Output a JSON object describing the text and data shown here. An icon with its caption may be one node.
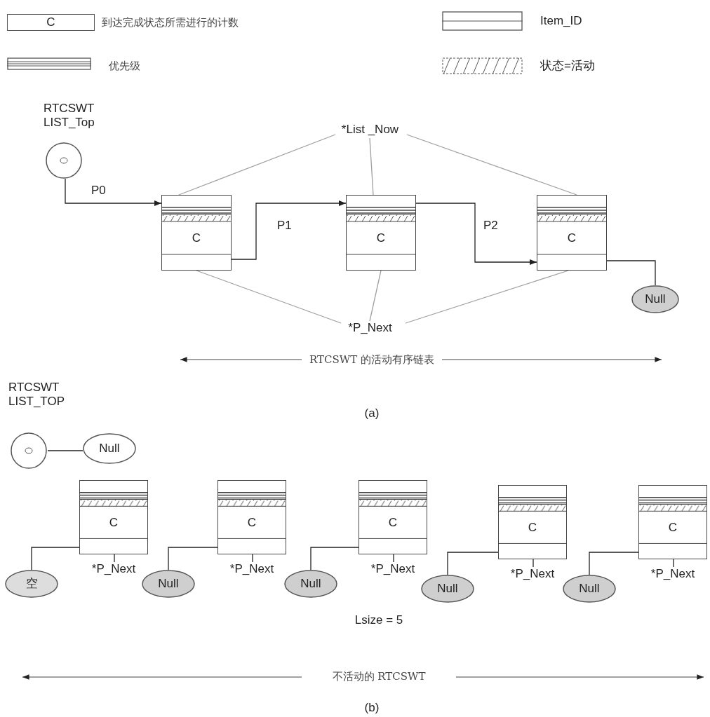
{
  "diagram": {
    "nodes": [
      {
        "text": [
          "RTCSWT LIST_Top"
        ]
      },
      {
        "text": [
          "C"
        ]
      },
      {
        "text": [
          "C"
        ]
      },
      {
        "text": [
          "C"
        ]
      },
      {
        "text": [
          "Null"
        ]
      },
      {
        "text": [
          "*List _Now"
        ]
      },
      {
        "text": [
          "*P_Next"
        ]
      },
      {
        "text": [
          "RTCSWT LIST_TOP"
        ]
      },
      {
        "text": [
          "Null"
        ]
      },
      {
        "text": [
          "C"
        ]
      },
      {
        "text": [
          "*P_Next"
        ]
      },
      {
        "text": [
          "空"
        ]
      },
      {
        "text": [
          "C"
        ]
      },
      {
        "text": [
          "*P_Next"
        ]
      },
      {
        "text": [
          "Null"
        ]
      },
      {
        "text": [
          "C"
        ]
      },
      {
        "text": [
          "*P_Next"
        ]
      },
      {
        "text": [
          "Null"
        ]
      },
      {
        "text": [
          "C"
        ]
      },
      {
        "text": [
          "*P_Next"
        ]
      },
      {
        "text": [
          "Null"
        ]
      },
      {
        "text": [
          "C"
        ]
      },
      {
        "text": [
          "*P_Next"
        ]
      },
      {
        "text": [
          "Null"
        ]
      }
    ],
    "edges": [
      {
        "from": 0,
        "to": 1,
        "arrow": "to",
        "label": "P0"
      },
      {
        "from": 1,
        "to": 2,
        "arrow": "to",
        "label": "P1"
      },
      {
        "from": 2,
        "to": 3,
        "arrow": "to",
        "label": "P2"
      },
      {
        "from": 3,
        "to": 4,
        "arrow": "none"
      },
      {
        "from": 5,
        "to": 1,
        "arrow": "none",
        "color": "#a0a0a0"
      },
      {
        "from": 5,
        "to": 2,
        "arrow": "none",
        "color": "#a0a0a0"
      },
      {
        "from": 5,
        "to": 3,
        "arrow": "none",
        "color": "#a0a0a0"
      },
      {
        "from": 6,
        "to": 1,
        "arrow": "none",
        "color": "#a0a0a0"
      },
      {
        "from": 6,
        "to": 2,
        "arrow": "none",
        "color": "#a0a0a0"
      },
      {
        "from": 6,
        "to": 3,
        "arrow": "none",
        "color": "#a0a0a0"
      },
      {
        "from": 7,
        "to": 8,
        "arrow": "none"
      },
      {
        "from": 9,
        "to": 10,
        "arrow": "none"
      },
      {
        "from": 9,
        "to": 11,
        "arrow": "none"
      },
      {
        "from": 12,
        "to": 13,
        "arrow": "none"
      },
      {
        "from": 12,
        "to": 14,
        "arrow": "none"
      },
      {
        "from": 15,
        "to": 16,
        "arrow": "none"
      },
      {
        "from": 15,
        "to": 17,
        "arrow": "none"
      },
      {
        "from": 18,
        "to": 19,
        "arrow": "none"
      },
      {
        "from": 18,
        "to": 20,
        "arrow": "none"
      },
      {
        "from": 21,
        "to": 22,
        "arrow": "none"
      },
      {
        "from": 21,
        "to": 23,
        "arrow": "none"
      }
    ],
    "labels": [
      "C",
      "RTCSWT 的活动有序链表",
      "(a)",
      "Lsize = 5",
      "不活动的 RTCSWT",
      "(b)"
    ],
    "legend": [
      {
        "text": "到达完成状态所需进行的计数"
      },
      {
        "text": "Item_ID"
      },
      {
        "text": "优先级"
      },
      {
        "text": "状态=活动"
      }
    ]
  }
}
